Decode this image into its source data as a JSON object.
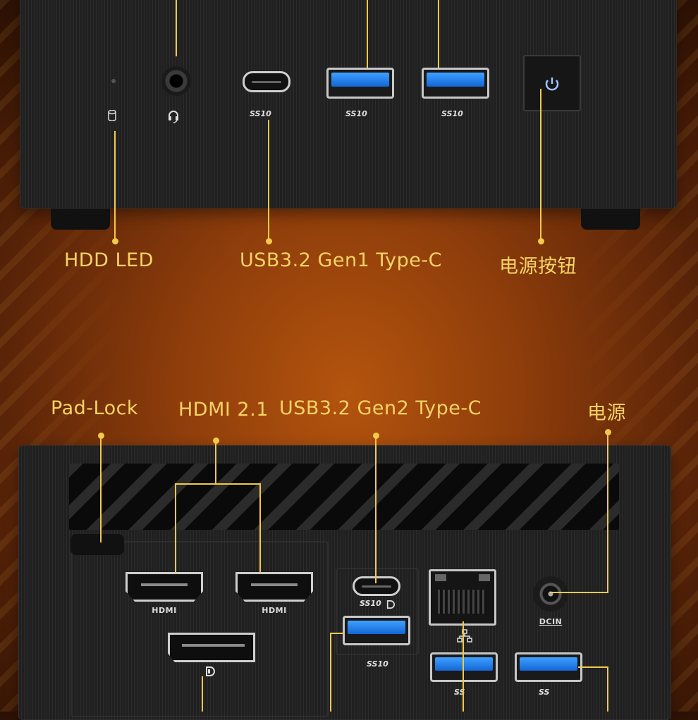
{
  "labels": {
    "hdd_led": "HDD LED",
    "usb_c_gen1": "USB3.2 Gen1 Type-C",
    "power_button": "电源按钮",
    "pad_lock": "Pad-Lock",
    "hdmi": "HDMI 2.1",
    "usb_c_gen2": "USB3.2 Gen2 Type-C",
    "power": "电源"
  },
  "port_markings": {
    "hdmi_left": "HDMI",
    "hdmi_right": "HDMI",
    "dcin": "DCIN",
    "ss10": "SS10",
    "ss": "SS"
  },
  "icons": {
    "hdd": "hdd-icon",
    "headset": "headset-icon",
    "power": "power-icon",
    "displayport": "displayport-icon",
    "network": "network-icon"
  },
  "colors": {
    "label": "#f5d366",
    "leader_line": "#f2c94c",
    "usb_blue": "#1f7ae8",
    "background": "#8e3d0b"
  }
}
